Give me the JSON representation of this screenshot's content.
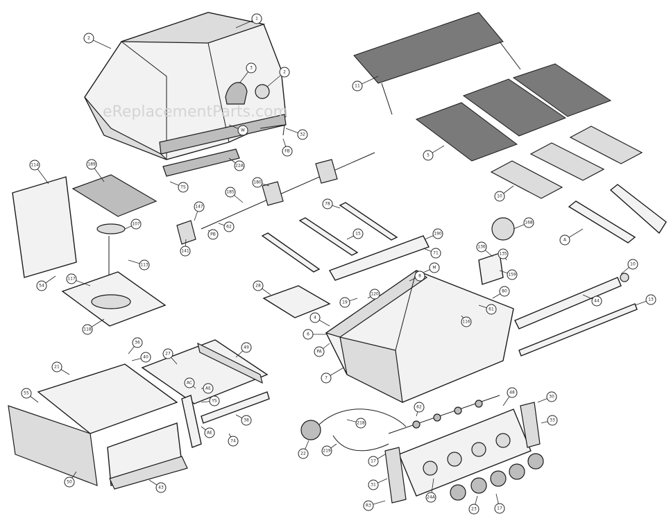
{
  "watermark": "eReplacementParts.com",
  "callouts": [
    {
      "id": "lid",
      "label": "1"
    },
    {
      "id": "lid-side",
      "label": "2"
    },
    {
      "id": "handle",
      "label": "3"
    },
    {
      "id": "gauge",
      "label": "2"
    },
    {
      "id": "lid-front",
      "label": "W"
    },
    {
      "id": "lid-bracket",
      "label": "32"
    },
    {
      "id": "lid-screw",
      "label": "FB"
    },
    {
      "id": "lid-strip",
      "label": "22A"
    },
    {
      "id": "lid-bolt",
      "label": "TS"
    },
    {
      "id": "warm-rack",
      "label": "11"
    },
    {
      "id": "grid-front",
      "label": "5"
    },
    {
      "id": "flavor-bar",
      "label": "10"
    },
    {
      "id": "heat-shield-r",
      "label": "A"
    },
    {
      "id": "side-shelf",
      "label": "114"
    },
    {
      "id": "side-grate",
      "label": "189"
    },
    {
      "id": "side-burner",
      "label": "107"
    },
    {
      "id": "side-valve",
      "label": "113"
    },
    {
      "id": "side-pan",
      "label": "117"
    },
    {
      "id": "side-screw",
      "label": "54"
    },
    {
      "id": "side-base",
      "label": "118"
    },
    {
      "id": "spit-rod",
      "label": "185"
    },
    {
      "id": "spit-fork",
      "label": "180"
    },
    {
      "id": "spit-motor",
      "label": "147"
    },
    {
      "id": "spit-handle",
      "label": "141"
    },
    {
      "id": "spit-bolt",
      "label": "62"
    },
    {
      "id": "spit-nut",
      "label": "PB"
    },
    {
      "id": "burner-tube-1",
      "label": "15"
    },
    {
      "id": "burner-tube-screw",
      "label": "78"
    },
    {
      "id": "rear-burner",
      "label": "168"
    },
    {
      "id": "rear-brkt",
      "label": "136"
    },
    {
      "id": "rear-ign",
      "label": "159"
    },
    {
      "id": "rb-screw",
      "label": "135"
    },
    {
      "id": "carryover",
      "label": "190"
    },
    {
      "id": "carryover-2",
      "label": "71"
    },
    {
      "id": "igniter",
      "label": "19"
    },
    {
      "id": "igniter-2",
      "label": "120"
    },
    {
      "id": "drip",
      "label": "28"
    },
    {
      "id": "firebox",
      "label": "4"
    },
    {
      "id": "fb-screw",
      "label": "80"
    },
    {
      "id": "fb-bracket",
      "label": "61"
    },
    {
      "id": "fb-bolt",
      "label": "116"
    },
    {
      "id": "fb-nut",
      "label": "PA"
    },
    {
      "id": "fb-side",
      "label": "6"
    },
    {
      "id": "fb-clip",
      "label": "M"
    },
    {
      "id": "fb-front",
      "label": "7"
    },
    {
      "id": "fb-mount",
      "label": "8"
    },
    {
      "id": "manifold",
      "label": "44"
    },
    {
      "id": "manifold-end",
      "label": "10"
    },
    {
      "id": "cross-tube",
      "label": "13"
    },
    {
      "id": "cart-side",
      "label": "21"
    },
    {
      "id": "cart-clip",
      "label": "36"
    },
    {
      "id": "cart-bolt",
      "label": "40"
    },
    {
      "id": "cart-rail",
      "label": "27"
    },
    {
      "id": "cart-back",
      "label": "49"
    },
    {
      "id": "cart-screw",
      "label": "AC"
    },
    {
      "id": "cart-screw-2",
      "label": "AE"
    },
    {
      "id": "cart-leg",
      "label": "YS"
    },
    {
      "id": "cart-bottom",
      "label": "38"
    },
    {
      "id": "cart-foot",
      "label": "74"
    },
    {
      "id": "cart-brace",
      "label": "AE"
    },
    {
      "id": "cart-door",
      "label": "55"
    },
    {
      "id": "cart-panel",
      "label": "50"
    },
    {
      "id": "cart-shelf",
      "label": "43"
    },
    {
      "id": "reg",
      "label": "22"
    },
    {
      "id": "hose",
      "label": "218"
    },
    {
      "id": "hose-2",
      "label": "219"
    },
    {
      "id": "valve-1",
      "label": "62"
    },
    {
      "id": "valve-2",
      "label": "17"
    },
    {
      "id": "control-panel",
      "label": "48"
    },
    {
      "id": "cp-screw",
      "label": "30"
    },
    {
      "id": "cp-side",
      "label": "33"
    },
    {
      "id": "cp-bracket",
      "label": "31"
    },
    {
      "id": "cp-nut",
      "label": "R3"
    },
    {
      "id": "knob-a",
      "label": "24A"
    },
    {
      "id": "knob",
      "label": "23"
    },
    {
      "id": "knob-2",
      "label": "17"
    }
  ]
}
